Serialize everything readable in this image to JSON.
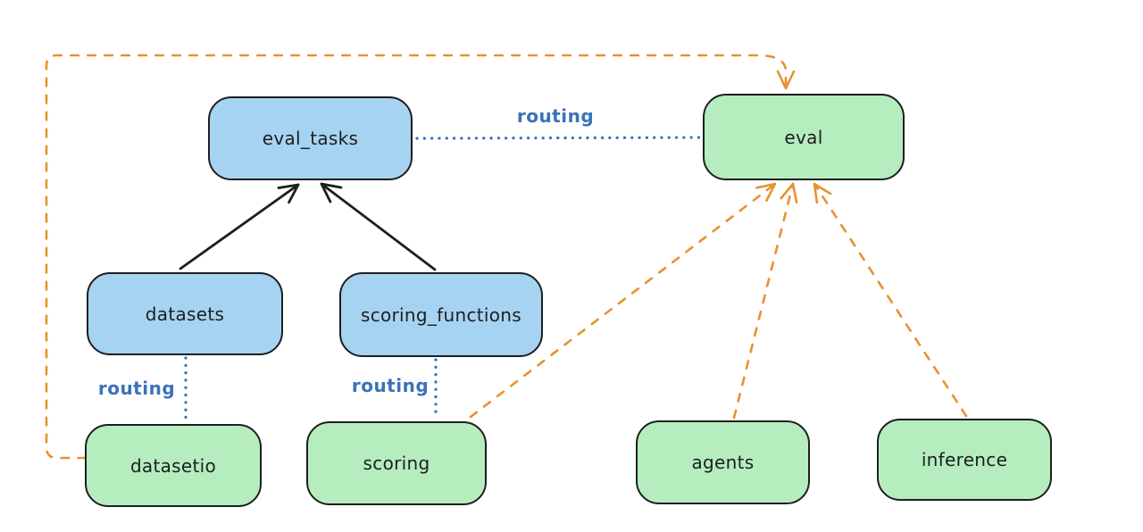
{
  "diagram": {
    "nodes": {
      "eval_tasks": {
        "label": "eval_tasks",
        "fill": "blue"
      },
      "eval": {
        "label": "eval",
        "fill": "green"
      },
      "datasets": {
        "label": "datasets",
        "fill": "blue"
      },
      "scoring_functions": {
        "label": "scoring_functions",
        "fill": "blue"
      },
      "datasetio": {
        "label": "datasetio",
        "fill": "green"
      },
      "scoring": {
        "label": "scoring",
        "fill": "green"
      },
      "agents": {
        "label": "agents",
        "fill": "green"
      },
      "inference": {
        "label": "inference",
        "fill": "green"
      }
    },
    "edge_labels": {
      "eval_tasks_to_eval": "routing",
      "datasets_to_datasetio": "routing",
      "scoring_functions_to_scoring": "routing"
    },
    "edges": [
      {
        "from": "datasets",
        "to": "eval_tasks",
        "style": "solid-black-arrow"
      },
      {
        "from": "scoring_functions",
        "to": "eval_tasks",
        "style": "solid-black-arrow"
      },
      {
        "from": "eval_tasks",
        "to": "eval",
        "style": "dotted-blue",
        "label": "routing"
      },
      {
        "from": "datasets",
        "to": "datasetio",
        "style": "dotted-blue",
        "label": "routing"
      },
      {
        "from": "scoring_functions",
        "to": "scoring",
        "style": "dotted-blue",
        "label": "routing"
      },
      {
        "from": "scoring",
        "to": "eval",
        "style": "dashed-orange-arrow"
      },
      {
        "from": "agents",
        "to": "eval",
        "style": "dashed-orange-arrow"
      },
      {
        "from": "inference",
        "to": "eval",
        "style": "dashed-orange-arrow"
      },
      {
        "from": "datasetio",
        "to": "eval",
        "style": "dashed-orange-arrow-loop"
      }
    ]
  },
  "colors": {
    "blue_fill": "#a7d3f2",
    "green_fill": "#b5edbf",
    "stroke": "#1e1e1e",
    "routing_blue": "#3b72b8",
    "orange": "#e8912f",
    "background": "#ffffff"
  }
}
